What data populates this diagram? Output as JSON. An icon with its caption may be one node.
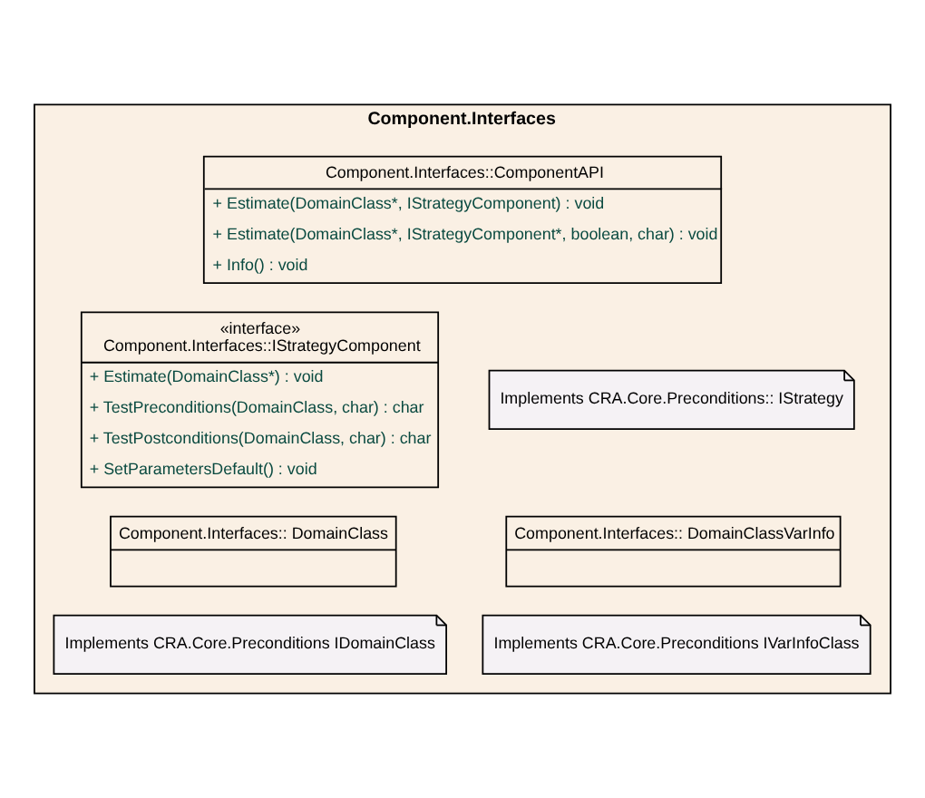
{
  "diagram": {
    "nodes": [
      {
        "text": [
          "Component.Interfaces"
        ]
      },
      {
        "text": [
          "Component.Interfaces::ComponentAPI",
          "+ Estimate(DomainClass*, IStrategyComponent) : void",
          "+ Estimate(DomainClass*, IStrategyComponent*, boolean, char) : void",
          "+ Info() : void"
        ],
        "in": 0
      },
      {
        "text": [
          "«interface»",
          "Component.Interfaces::IStrategyComponent",
          "+ Estimate(DomainClass*) : void",
          "+ TestPreconditions(DomainClass, char) : char",
          "+ TestPostconditions(DomainClass, char) : char",
          "+ SetParametersDefault() : void"
        ],
        "in": 0
      },
      {
        "text": [
          "Implements CRA.Core.Preconditions:: IStrategy"
        ],
        "in": 0
      },
      {
        "text": [
          "Component.Interfaces:: DomainClass"
        ],
        "in": 0
      },
      {
        "text": [
          "Implements CRA.Core.Preconditions IDomainClass"
        ],
        "in": 0
      },
      {
        "text": [
          "Component.Interfaces:: DomainClassVarInfo"
        ],
        "in": 0
      },
      {
        "text": [
          "Implements CRA.Core.Preconditions IVarInfoClass"
        ],
        "in": 0
      }
    ],
    "edges": []
  }
}
